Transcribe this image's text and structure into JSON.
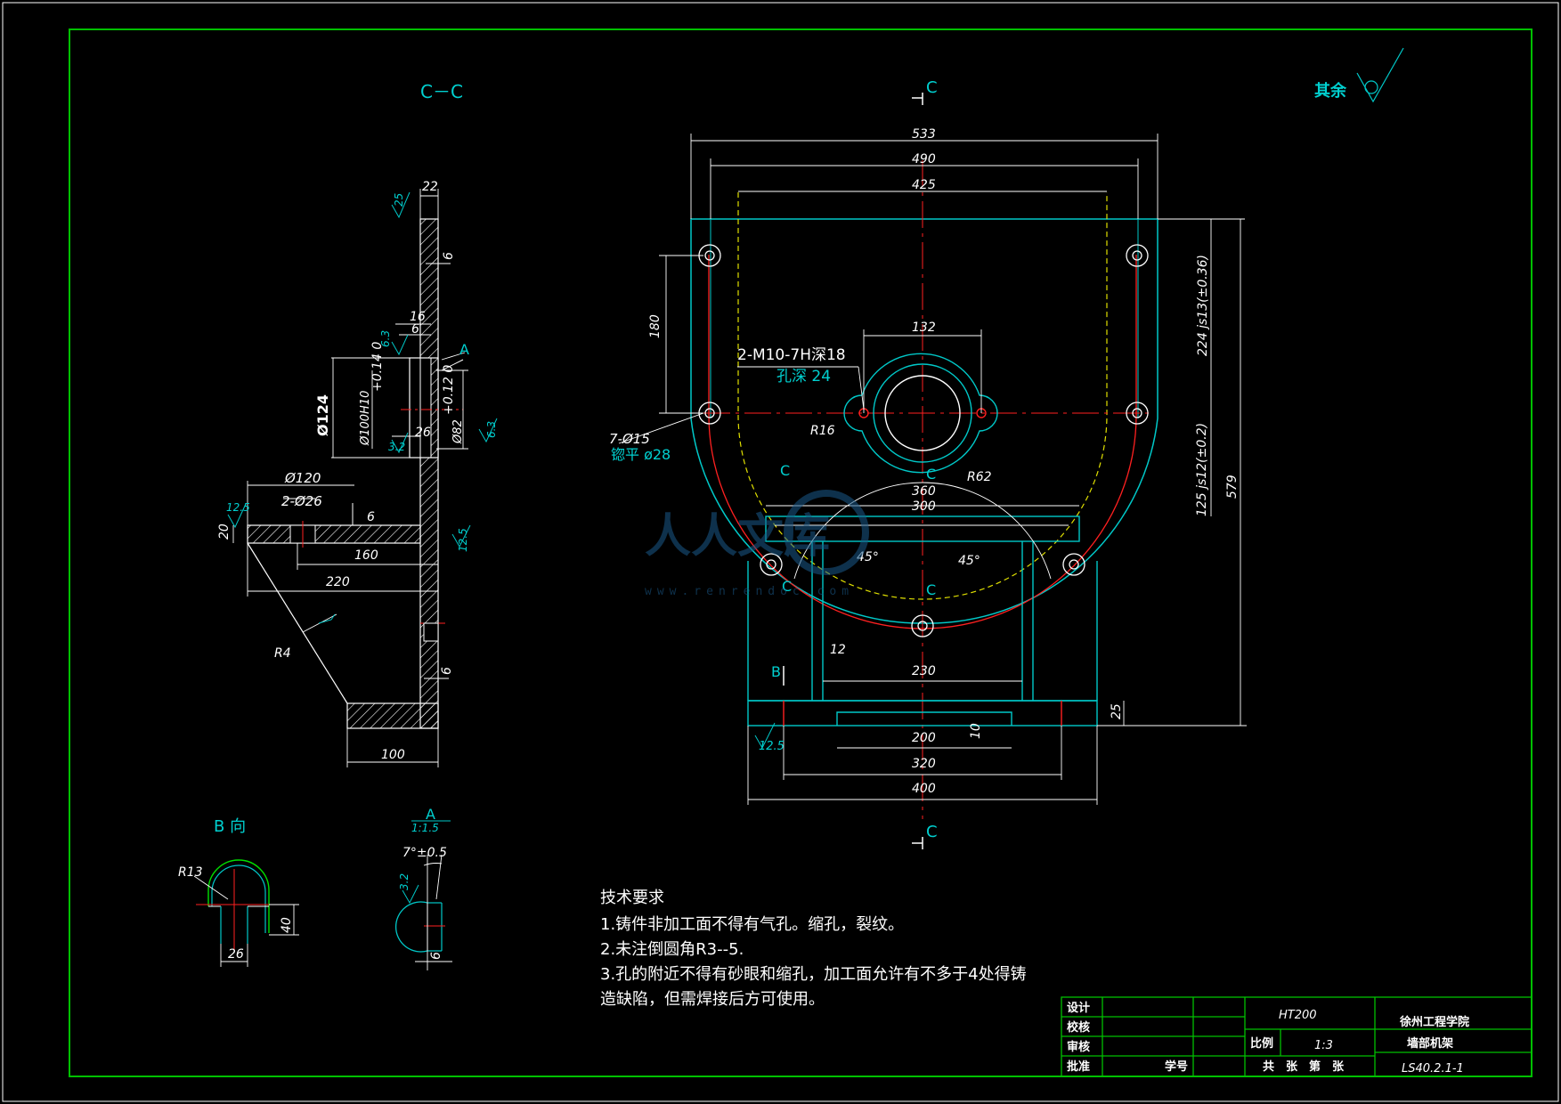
{
  "views": {
    "section_cc": "C－C",
    "view_b": "B 向",
    "view_a": "A",
    "view_a_scale": "1:1.5",
    "surface_rest": "其余",
    "section_mark": "C",
    "b_mark": "B"
  },
  "dims_main": {
    "d533": "533",
    "d490": "490",
    "d425": "425",
    "d180": "180",
    "d132": "132",
    "thread": "2-M10-7H深18",
    "hole_depth": "孔深 24",
    "holes7": "7-Ø15",
    "spot_face": "锪平 ø28",
    "r16": "R16",
    "r62": "R62",
    "tol224": "224 js13(±0.36)",
    "tol125": "125 js12(±0.2)",
    "d579": "579",
    "d360": "360",
    "d300": "300",
    "a45l": "45°",
    "a45r": "45°",
    "d12": "12",
    "d230": "230",
    "d25": "25",
    "d200": "200",
    "d10": "10",
    "d320": "320",
    "d400": "400",
    "rough_b": "12.5"
  },
  "dims_cc": {
    "d22": "22",
    "d6a": "6",
    "d16": "16",
    "d6b": "6",
    "r63a": "6.3",
    "d124": "Ø124",
    "d100": "Ø100H10",
    "d100tol": "+0.14 0",
    "d26": "26",
    "d82": "Ø82",
    "d82tol": "+0.12 0",
    "r63b": "6.3",
    "r32": "3.2",
    "d120": "Ø120",
    "holes2": "2-Ø26",
    "d6c": "6",
    "d20": "20",
    "r125a": "12.5",
    "r125b": "12.5",
    "d160": "160",
    "d220": "220",
    "r4": "R4",
    "d6d": "6",
    "d100b": "100",
    "r25": "25"
  },
  "dims_b": {
    "r13": "R13",
    "d40": "40",
    "d26": "26"
  },
  "dims_a": {
    "angle": "7°±0.5",
    "r32": "3.2",
    "d6": "6"
  },
  "notes": {
    "title": "技术要求",
    "line1": "1.铸件非加工面不得有气孔。缩孔，裂纹。",
    "line2": "2.未注倒圆角R3--5.",
    "line3": "3.孔的附近不得有砂眼和缩孔，加工面允许有不多于4处得铸",
    "line4": "造缺陷，但需焊接后方可使用。"
  },
  "title_block": {
    "design": "设计",
    "check": "校核",
    "review": "审核",
    "approve": "批准",
    "student_no": "学号",
    "material": "HT200",
    "school": "徐州工程学院",
    "part_name": "墙部机架",
    "scale_label": "比例",
    "scale": "1:3",
    "sheets": "共　张　第　张",
    "drawing_no": "LS40.2.1-1"
  },
  "watermark": {
    "text": "人人文库",
    "url": "www.renrendoc.com"
  },
  "colors": {
    "frame": "#00c000",
    "outline": "#00c8c8",
    "center": "#ff2020",
    "hidden": "#e0e000",
    "white": "#ffffff"
  }
}
